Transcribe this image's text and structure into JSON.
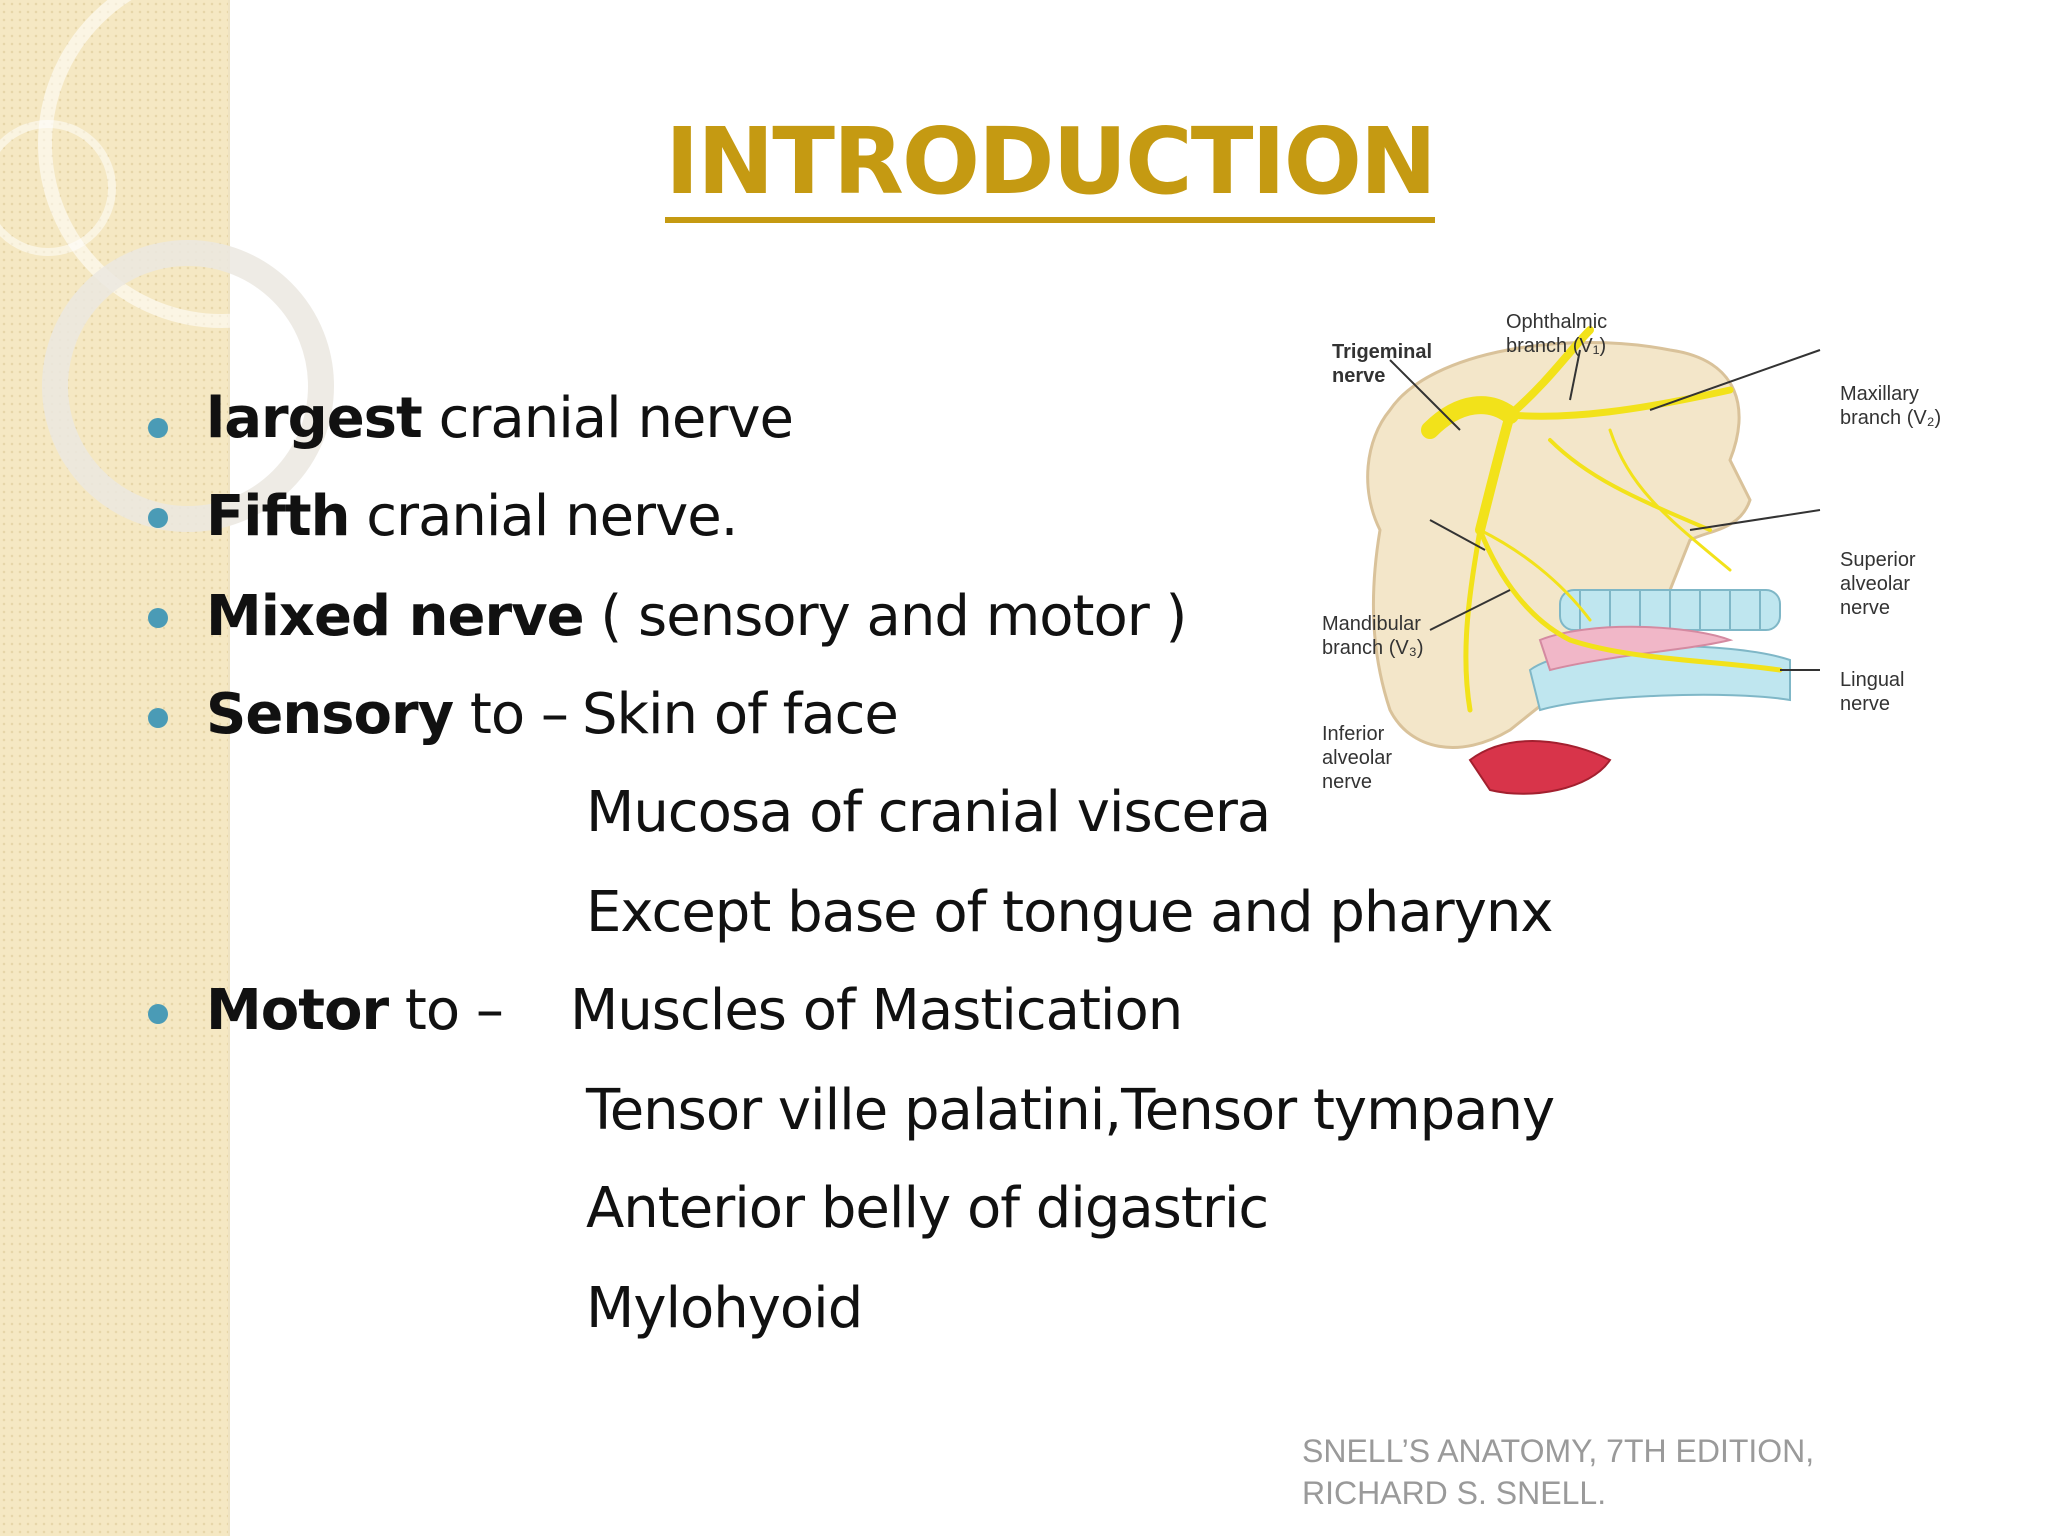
{
  "slide": {
    "title": "INTRODUCTION",
    "bullets": [
      {
        "bold": "largest",
        "rest": " cranial nerve"
      },
      {
        "bold": "Fifth",
        "rest": " cranial nerve."
      },
      {
        "bold": "Mixed nerve",
        "rest": " ( sensory and motor )"
      },
      {
        "bold": "Sensory",
        "rest": " to –",
        "value": "Skin of face"
      },
      {
        "bold": "Motor",
        "rest": " to –",
        "value": "Muscles of Mastication"
      }
    ],
    "sensory_continuation": [
      "Mucosa of cranial viscera",
      "Except base of tongue and pharynx"
    ],
    "motor_continuation": [
      "Tensor ville palatini,Tensor tympany",
      "Anterior belly of digastric",
      "Mylohyoid"
    ],
    "figure": {
      "labels": {
        "trigeminal": "Trigeminal\nnerve",
        "ophthalmic": "Ophthalmic\nbranch (V₁)",
        "maxillary": "Maxillary\nbranch (V₂)",
        "superior_alveolar": "Superior\nalveolar\nnerve",
        "mandibular": "Mandibular\nbranch (V₃)",
        "lingual": "Lingual\nnerve",
        "inferior_alveolar": "Inferior\nalveolar\nnerve"
      }
    },
    "credit": "SNELL’S ANATOMY, 7TH EDITION,\nRICHARD S. SNELL."
  },
  "colors": {
    "title": "#c59a12",
    "bullet": "#4a9bb6",
    "band": "#f5e8c3",
    "nerve": "#f2e21a",
    "credit": "#9a9a9a"
  }
}
